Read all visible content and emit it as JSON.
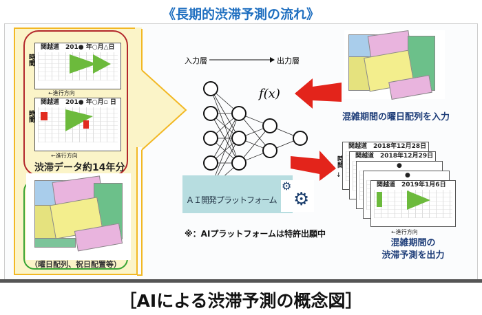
{
  "title": "《長期的渋滞予測の流れ》",
  "caption": "［AIによる渋滞予測の概念図］",
  "left_panel": {
    "chart1_title": "関越道　201● 年○月△日",
    "chart2_title": "関越道　201● 年○月▫ 日",
    "axis_time": "時間",
    "direction": "←進行方向",
    "data_label": "渋滞データ約14年分",
    "calendar_label": "（曜日配列、祝日配置等）"
  },
  "network": {
    "input_layer": "入力層",
    "output_layer": "出力層",
    "function": "f(x)"
  },
  "ai_platform": "ＡＩ開発プラットフォーム",
  "note": "※：AIプラットフォームは特許出願中",
  "input_label": "混雑期間の曜日配列を入力",
  "output": {
    "charts": [
      "関越道　2018年12月28日",
      "関越道　2018年12月29日",
      "関越道　2019年1月6日"
    ],
    "axis_time": "時間",
    "direction": "←進行方向",
    "label_line1": "混雑期間の",
    "label_line2": "渋滞予測を出力"
  },
  "colors": {
    "title": "#1f6fc0",
    "arrow": "#e3241b",
    "panel": "#fbf4c8",
    "ai_box": "#b7dde0"
  }
}
